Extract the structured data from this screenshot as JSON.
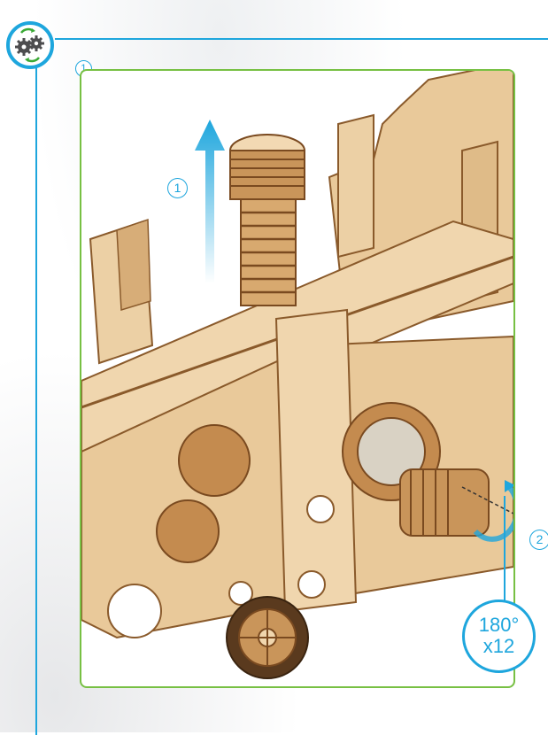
{
  "header": {
    "icon": "gears-rotate-icon",
    "accent_color": "#1ea6dd"
  },
  "step": {
    "number": "1"
  },
  "callouts": [
    {
      "label": "1",
      "action": "pull-up-arrow"
    },
    {
      "label": "2",
      "action": "rotate-arrow"
    }
  ],
  "rotation": {
    "angle": "180°",
    "count": "x12"
  },
  "colors": {
    "frame": "#1ea6dd",
    "illustration_border": "#77c043",
    "wood": "#e9c99a",
    "wood_dark": "#8a5a2b"
  }
}
